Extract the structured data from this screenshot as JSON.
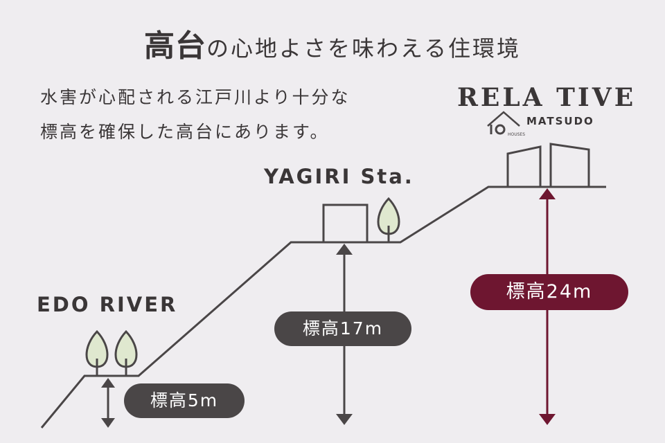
{
  "title": {
    "emphasis": "高台",
    "rest": "の心地よさを味わえる住環境"
  },
  "intro": {
    "line1": "水害が心配される江戸川より十分な",
    "line2": "標高を確保した高台にあります。"
  },
  "places": {
    "edo_river": "EDO RIVER",
    "yagiri": "YAGIRI Sta.",
    "brand": "RELA TIVE",
    "brand_sub": "MATSUDO",
    "logo_text": "HOUSES"
  },
  "elevations": {
    "edo": "標高5m",
    "yagiri": "標高17m",
    "relative": "標高24m"
  },
  "colors": {
    "background": "#efedf0",
    "line": "#4a4647",
    "pill_gray": "#4a4647",
    "accent": "#6e1630",
    "tree": "#dfe8cf"
  }
}
